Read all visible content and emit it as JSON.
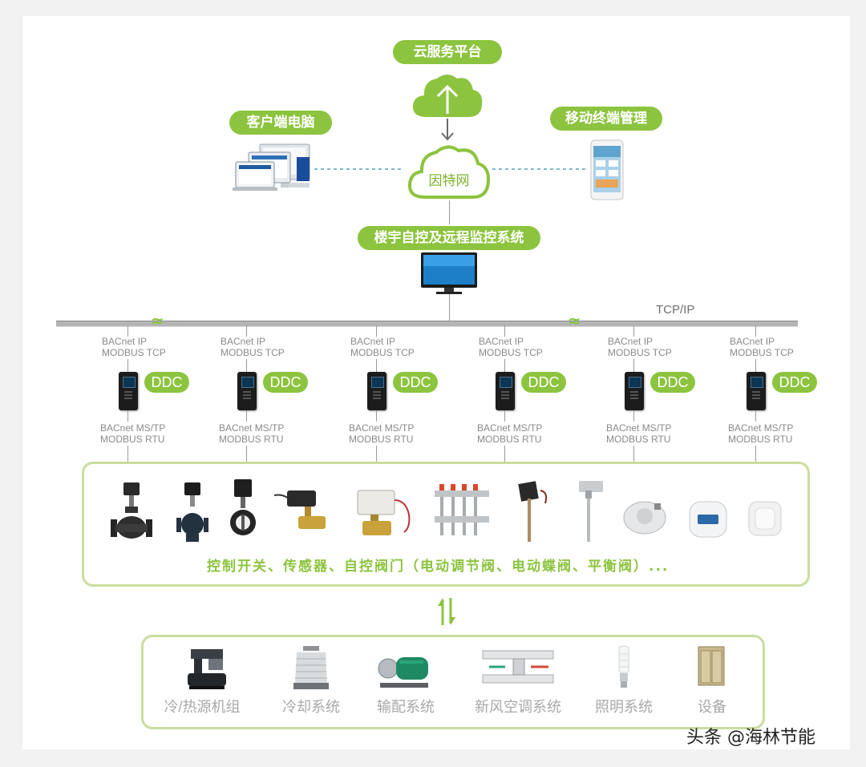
{
  "nodes": {
    "cloud_platform": "云服务平台",
    "client_pc": "客户端电脑",
    "mobile": "移动终端管理",
    "internet": "因特网",
    "bms": "楼宇自控及远程监控系统"
  },
  "network": {
    "tcp_ip": "TCP/IP",
    "upper_protocol": [
      "BACnet IP",
      "MODBUS TCP"
    ],
    "ddc_label": "DDC",
    "lower_protocol": [
      "BACnet MS/TP",
      "MODBUS RTU"
    ]
  },
  "controllers": [
    {
      "id": 1
    },
    {
      "id": 2
    },
    {
      "id": 3
    },
    {
      "id": 4
    },
    {
      "id": 5
    },
    {
      "id": 6
    }
  ],
  "field_devices": {
    "caption": "控制开关、传感器、自控阀门（电动调节阀、电动蝶阀、平衡阀）...",
    "icons": [
      "electric-valve-icon",
      "three-way-valve-icon",
      "butterfly-valve-icon",
      "solenoid-valve-icon",
      "actuator-valve-icon",
      "water-manifold-icon",
      "duct-sensor-icon",
      "temperature-probe-icon",
      "pressure-switch-icon",
      "wall-sensor-icon",
      "humidity-sensor-icon"
    ]
  },
  "equipment": [
    {
      "label": "冷/热源机组",
      "icon": "chiller-icon"
    },
    {
      "label": "冷却系统",
      "icon": "cooling-tower-icon"
    },
    {
      "label": "输配系统",
      "icon": "pump-icon"
    },
    {
      "label": "新风空调系统",
      "icon": "air-handler-icon"
    },
    {
      "label": "照明系统",
      "icon": "lamp-icon"
    },
    {
      "label": "设备",
      "icon": "elevator-icon"
    }
  ],
  "watermark": "头条 @海林节能",
  "colors": {
    "accent": "#8cc43f",
    "line": "#9a9a9a",
    "text_gray": "#8a8a8a"
  }
}
